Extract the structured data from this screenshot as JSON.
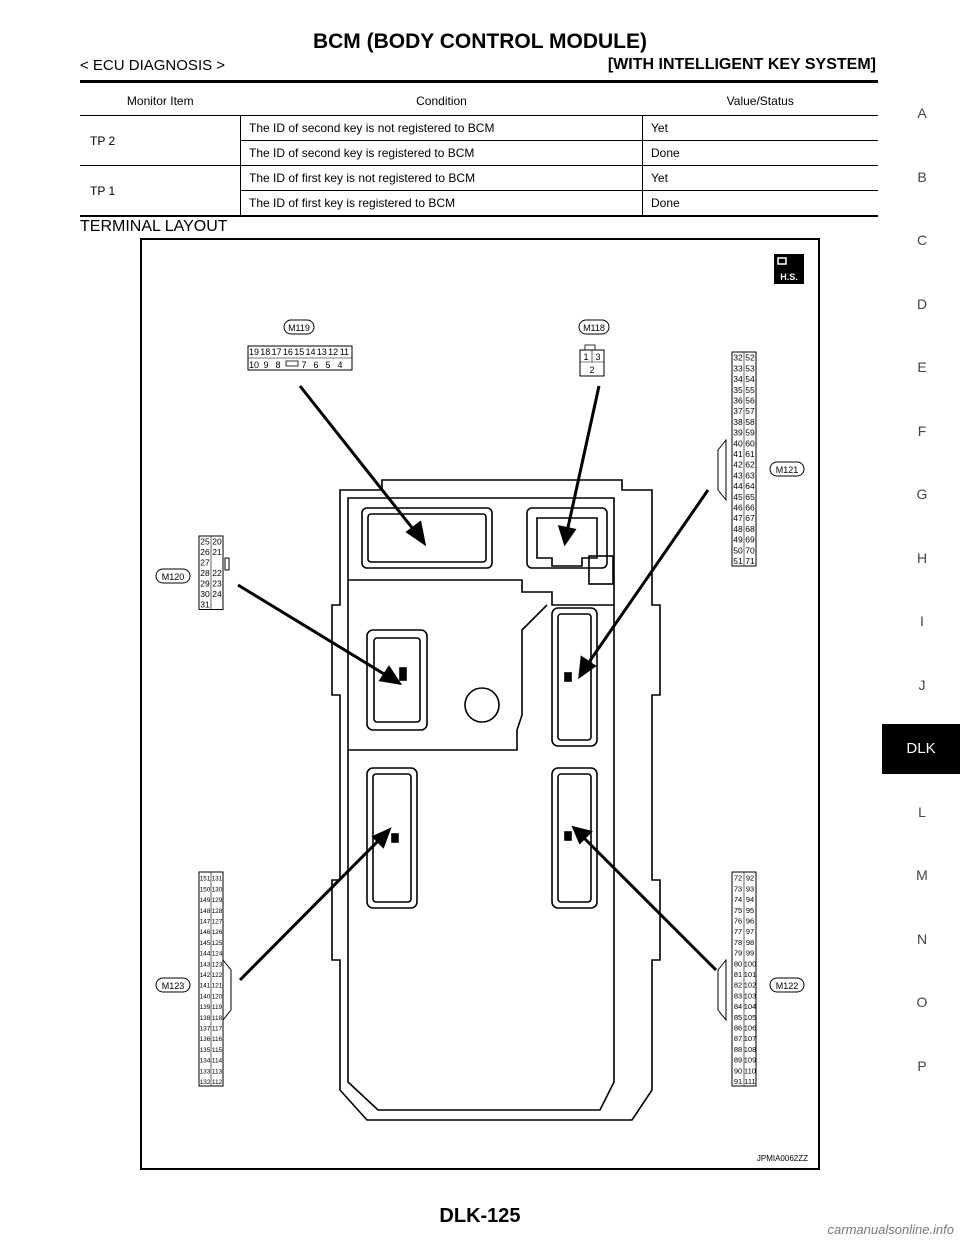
{
  "header": {
    "title": "BCM (BODY CONTROL MODULE)",
    "left": "< ECU DIAGNOSIS >",
    "right": "[WITH INTELLIGENT KEY SYSTEM]"
  },
  "table": {
    "headers": [
      "Monitor Item",
      "Condition",
      "Value/Status"
    ],
    "rows": [
      {
        "item": "TP 2",
        "cond": "The ID of second key is not registered to BCM",
        "val": "Yet"
      },
      {
        "item": "",
        "cond": "The ID of second key is registered to BCM",
        "val": "Done"
      },
      {
        "item": "TP 1",
        "cond": "The ID of first key is not registered to BCM",
        "val": "Yet"
      },
      {
        "item": "",
        "cond": "The ID of first key is registered to BCM",
        "val": "Done"
      }
    ]
  },
  "section_title": "TERMINAL LAYOUT",
  "figure": {
    "hs_label": "H.S.",
    "code": "JPMIA0062ZZ",
    "connectors": {
      "m119": "M119",
      "m118": "M118",
      "m120": "M120",
      "m121": "M121",
      "m122": "M122",
      "m123": "M123"
    },
    "m119_top": [
      "19",
      "18",
      "17",
      "16",
      "15",
      "14",
      "13",
      "12",
      "11"
    ],
    "m119_bottom": [
      "10",
      "9",
      "8",
      "",
      "7",
      "6",
      "5",
      "4"
    ],
    "m118_pins": [
      "1",
      "3",
      "2"
    ]
  },
  "side_tabs": [
    "A",
    "B",
    "C",
    "D",
    "E",
    "F",
    "G",
    "H",
    "I",
    "J",
    "DLK",
    "L",
    "M",
    "N",
    "O",
    "P"
  ],
  "active_tab": "DLK",
  "footer": "DLK-125",
  "watermark": "carmanualsonline.info"
}
